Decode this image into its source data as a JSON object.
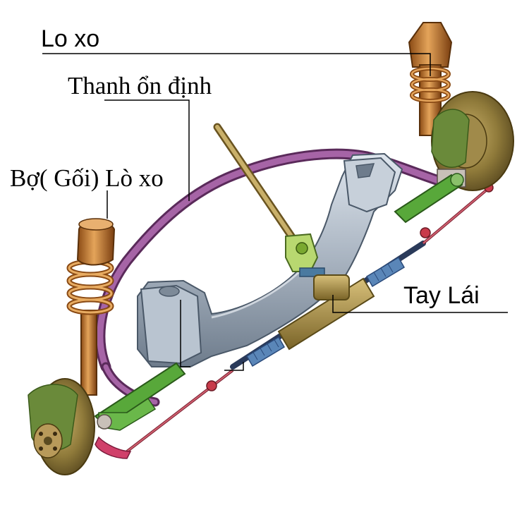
{
  "labels": {
    "spring": "Lo xo",
    "stabilizer_bar": "Thanh ổn định",
    "spring_seat": "Bợ( Gối) Lò xo",
    "steering_arm": "Tay Lái"
  },
  "colors": {
    "stabilizer_bar": "#8a3f8a",
    "subframe": "#9aa6b4",
    "strut": "#c87a2a",
    "control_arm": "#58a83a",
    "brake_disc": "#8f7a3a",
    "tie_rod": "#b83a4a",
    "steering_rack": "#a08a3a",
    "steering_boot": "#5a86b8"
  }
}
